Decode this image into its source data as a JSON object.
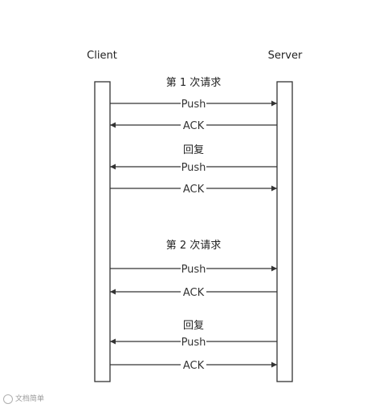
{
  "participants": {
    "client": "Client",
    "server": "Server"
  },
  "groups": [
    {
      "title": "第 1 次请求",
      "messages": [
        {
          "label": "Push",
          "direction": "to-server"
        },
        {
          "label": "ACK",
          "direction": "to-client"
        }
      ]
    },
    {
      "title": "回复",
      "messages": [
        {
          "label": "Push",
          "direction": "to-client"
        },
        {
          "label": "ACK",
          "direction": "to-server"
        }
      ]
    },
    {
      "title": "第 2 次请求",
      "messages": [
        {
          "label": "Push",
          "direction": "to-server"
        },
        {
          "label": "ACK",
          "direction": "to-client"
        }
      ]
    },
    {
      "title": "回复",
      "messages": [
        {
          "label": "Push",
          "direction": "to-client"
        },
        {
          "label": "ACK",
          "direction": "to-server"
        }
      ]
    }
  ],
  "watermark": "文档简单",
  "colors": {
    "line": "#333333",
    "background": "#ffffff"
  }
}
